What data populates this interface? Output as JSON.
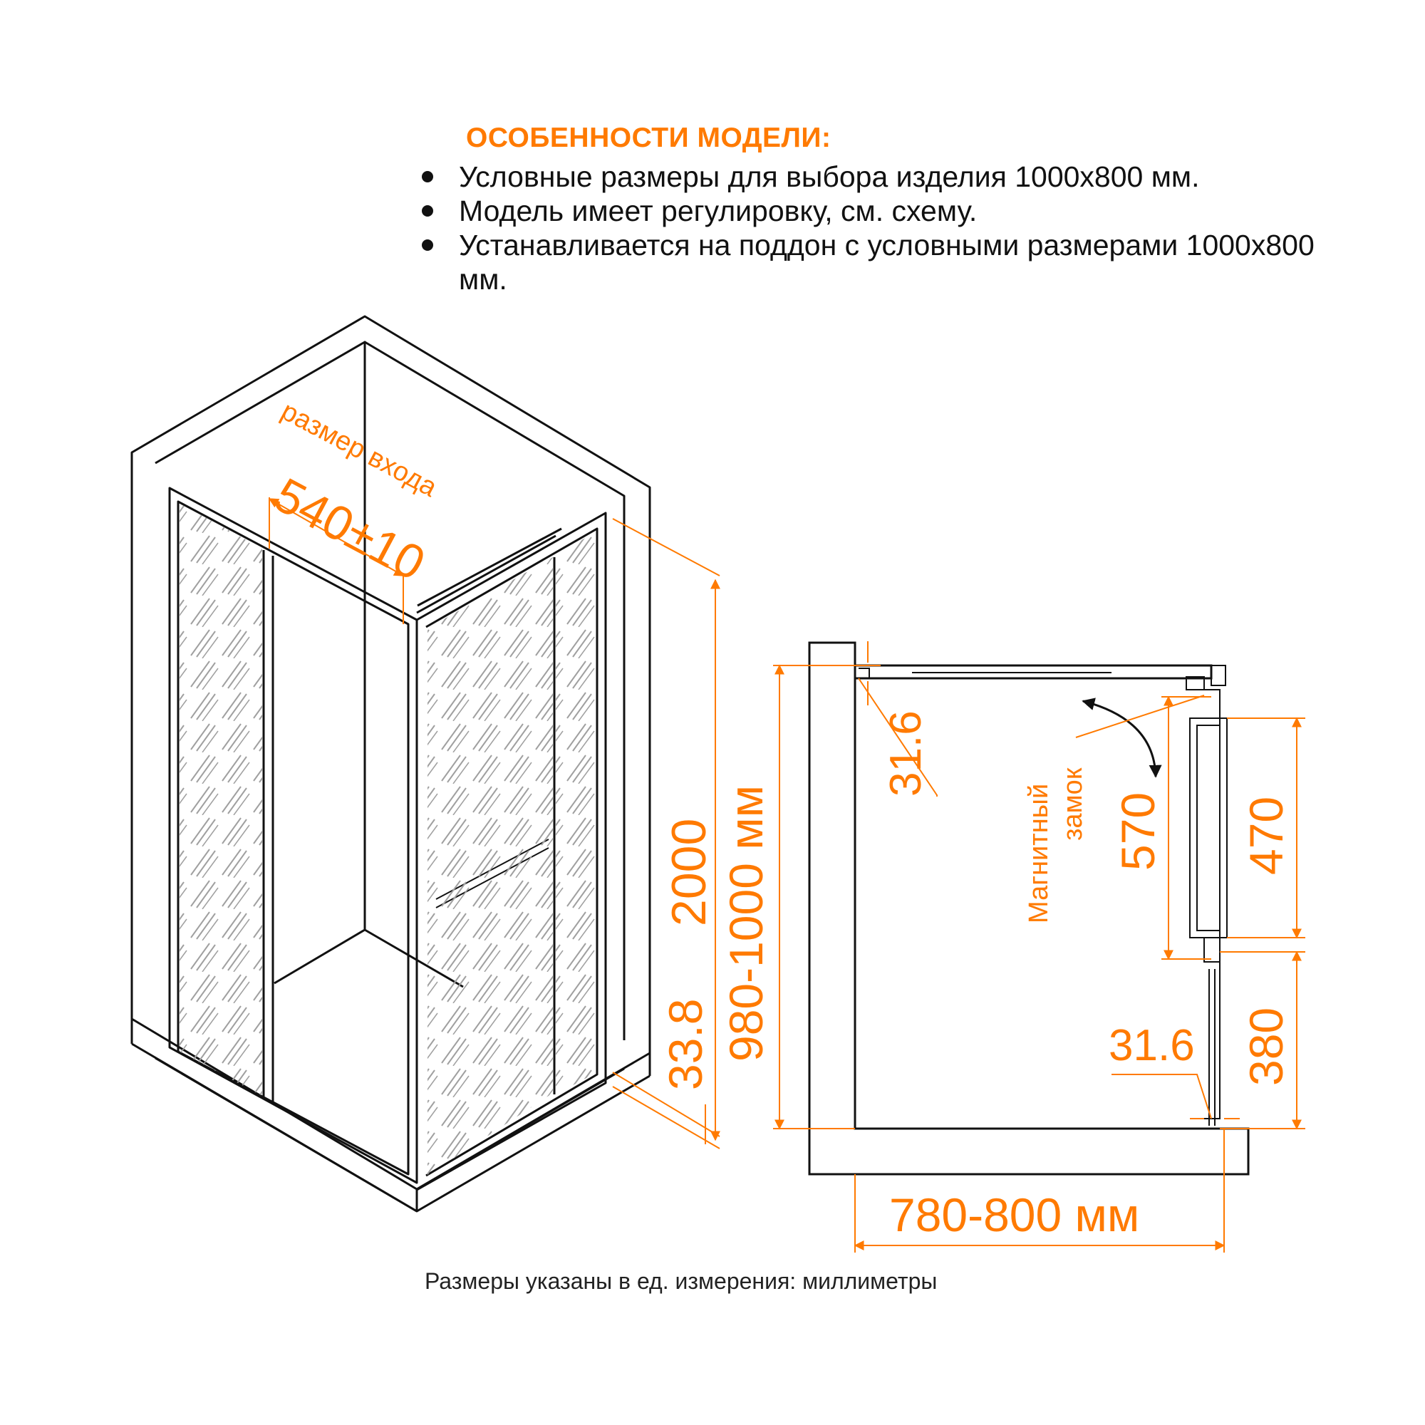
{
  "features": {
    "title": "ОСОБЕННОСТИ МОДЕЛИ:",
    "items": [
      "Условные размеры для выбора изделия 1000х800 мм.",
      "Модель имеет регулировку, см. схему.",
      "Устанавливается на поддон с условными размерами 1000х800 мм."
    ]
  },
  "iso_view": {
    "entry_caption": "размер входа",
    "entry_width": "540±10",
    "height": "2000",
    "tray_height": "33.8",
    "width_range": "980-1000 мм"
  },
  "side_view": {
    "top_offset": "31.6",
    "lock_label_1": "Магнитный",
    "lock_label_2": "замок",
    "lock_span": "570",
    "handle_height": "470",
    "bottom_height": "380",
    "bottom_offset": "31.6",
    "depth_range": "780-800 мм"
  },
  "footnote": "Размеры указаны в ед. измерения: миллиметры",
  "colors": {
    "accent": "#ff7a00",
    "line": "#111111",
    "glass_texture": "#9a9a9a"
  }
}
